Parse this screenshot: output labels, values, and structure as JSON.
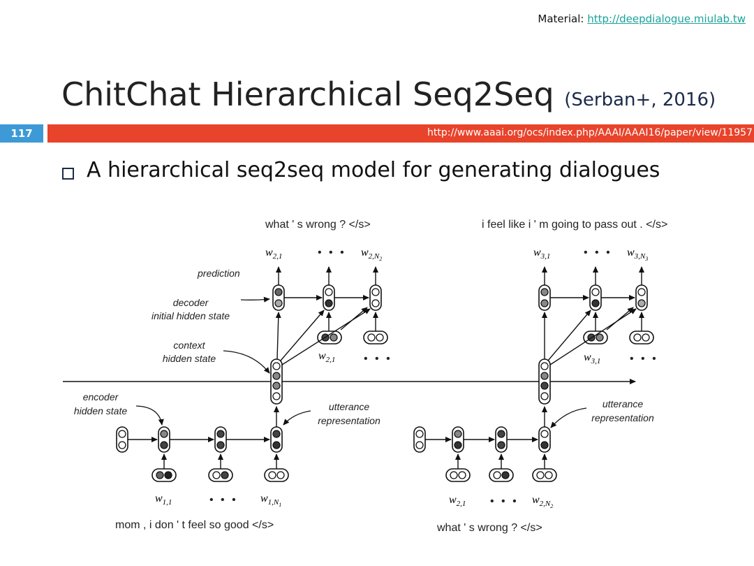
{
  "header": {
    "material_label": "Material:",
    "material_link": "http://deepdialogue.miulab.tw"
  },
  "slide": {
    "title": "ChitChat Hierarchical Seq2Seq",
    "title_citation": "(Serban+, 2016)",
    "number": "117",
    "paper_link": "http://www.aaai.org/ocs/index.php/AAAI/AAAI16/paper/view/11957",
    "bullet": "A hierarchical seq2seq model for generating dialogues"
  },
  "diagram": {
    "labels": {
      "prediction": "prediction",
      "decoder_line1": "decoder",
      "decoder_line2": "initial hidden state",
      "context_line1": "context",
      "context_line2": "hidden state",
      "encoder_line1": "encoder",
      "encoder_line2": "hidden state",
      "utterance1_line1": "utterance",
      "utterance1_line2": "representation",
      "utterance2_line1": "utterance",
      "utterance2_line2": "representation"
    },
    "sentences": {
      "top_left": "what ' s wrong ? </s>",
      "top_right": "i feel like i ' m going to pass out . </s>",
      "bottom_left": "mom , i don ' t feel so good </s>",
      "bottom_right": "what ' s wrong ? </s>"
    },
    "variables": {
      "w21_base": "w",
      "w21_sub": "2,1",
      "w2N2_base": "w",
      "w2N2_sub": "2,N",
      "w2N2_subsub": "2",
      "w31_base": "w",
      "w31_sub": "3,1",
      "w3N3_base": "w",
      "w3N3_sub": "3,N",
      "w3N3_subsub": "3",
      "w11_base": "w",
      "w11_sub": "1,1",
      "w1N1_base": "w",
      "w1N1_sub": "1,N",
      "w1N1_subsub": "1"
    },
    "ellipsis": "• • •"
  }
}
